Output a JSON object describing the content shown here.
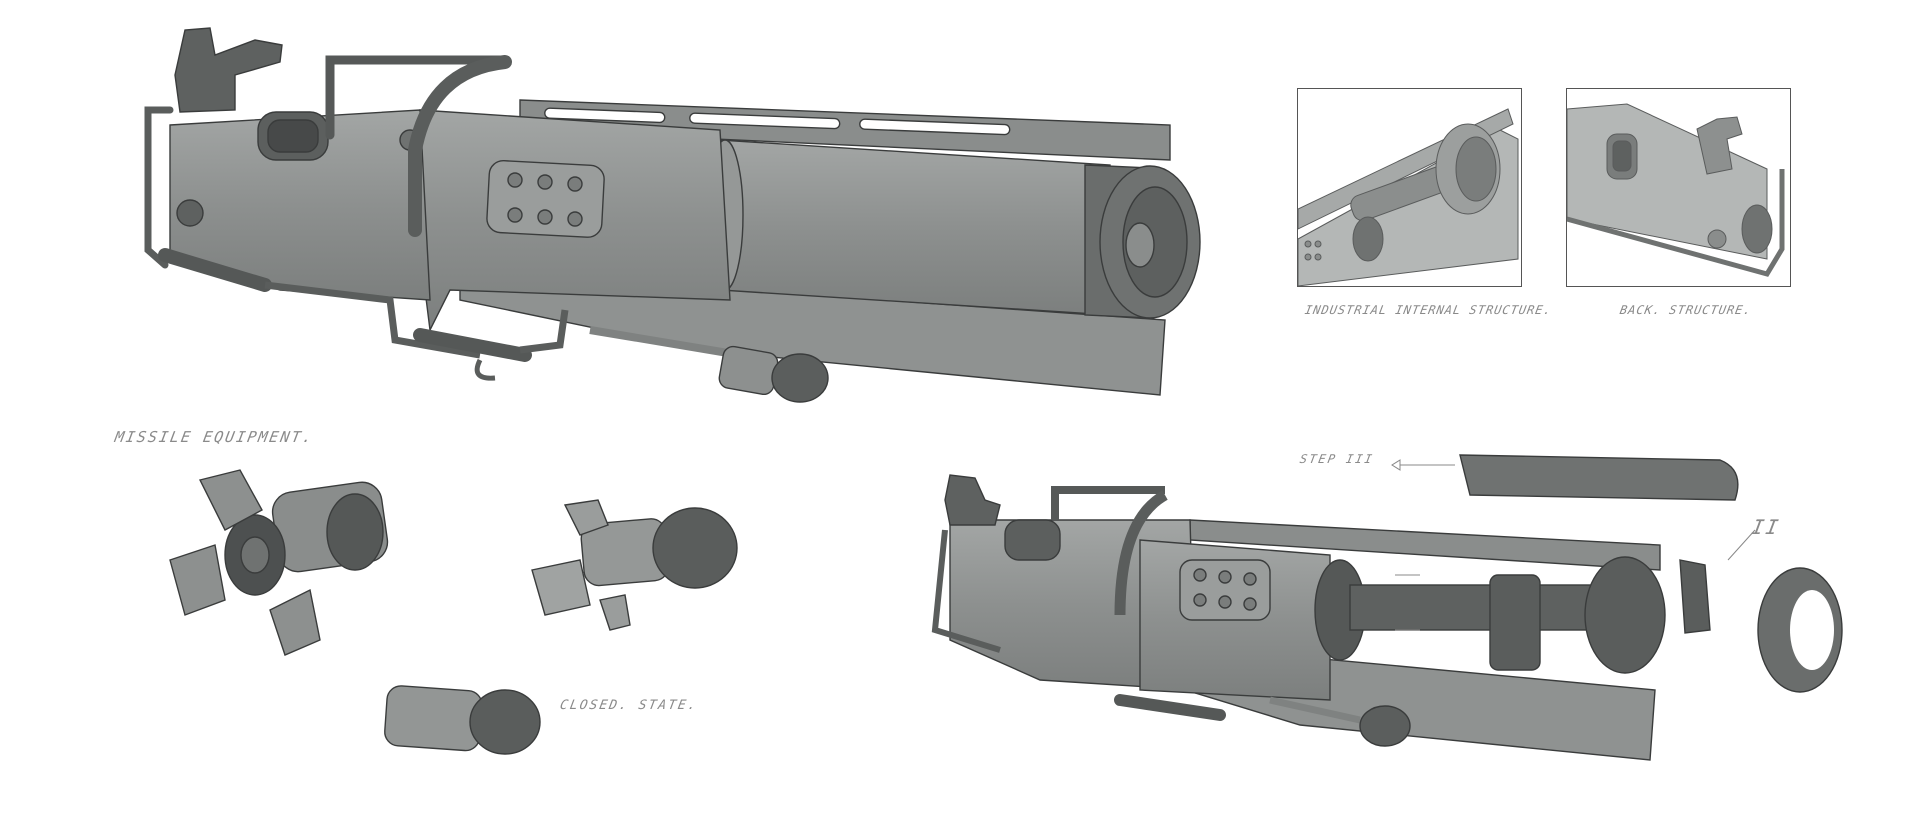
{
  "sheet": {
    "title": "Missile launcher concept sheet",
    "colors": {
      "background": "#ffffff",
      "body": "#8d908f",
      "body_light": "#a7aaa9",
      "body_dark": "#5e6160",
      "darkest": "#4a4c4c",
      "line": "#3a3c3c",
      "label": "#8a8a8a"
    }
  },
  "labels": {
    "missile_equipment": "MISSILE EQUIPMENT.",
    "closed_state": "CLOSED. STATE.",
    "industrial_internal_structure": "INDUSTRIAL INTERNAL STRUCTURE.",
    "back_structure": "BACK. STRUCTURE.",
    "step_iii": "STEP III",
    "part_ii": "II"
  },
  "panels": {
    "main_view": "Main launcher — assembled",
    "thumb_internal": "Internal structure view",
    "thumb_back": "Back structure view",
    "missiles_open": "Missile — fins open",
    "missile_half": "Missile — fins half open",
    "missile_closed": "Missile — closed",
    "exploded_view": "Launcher — exploded view"
  }
}
